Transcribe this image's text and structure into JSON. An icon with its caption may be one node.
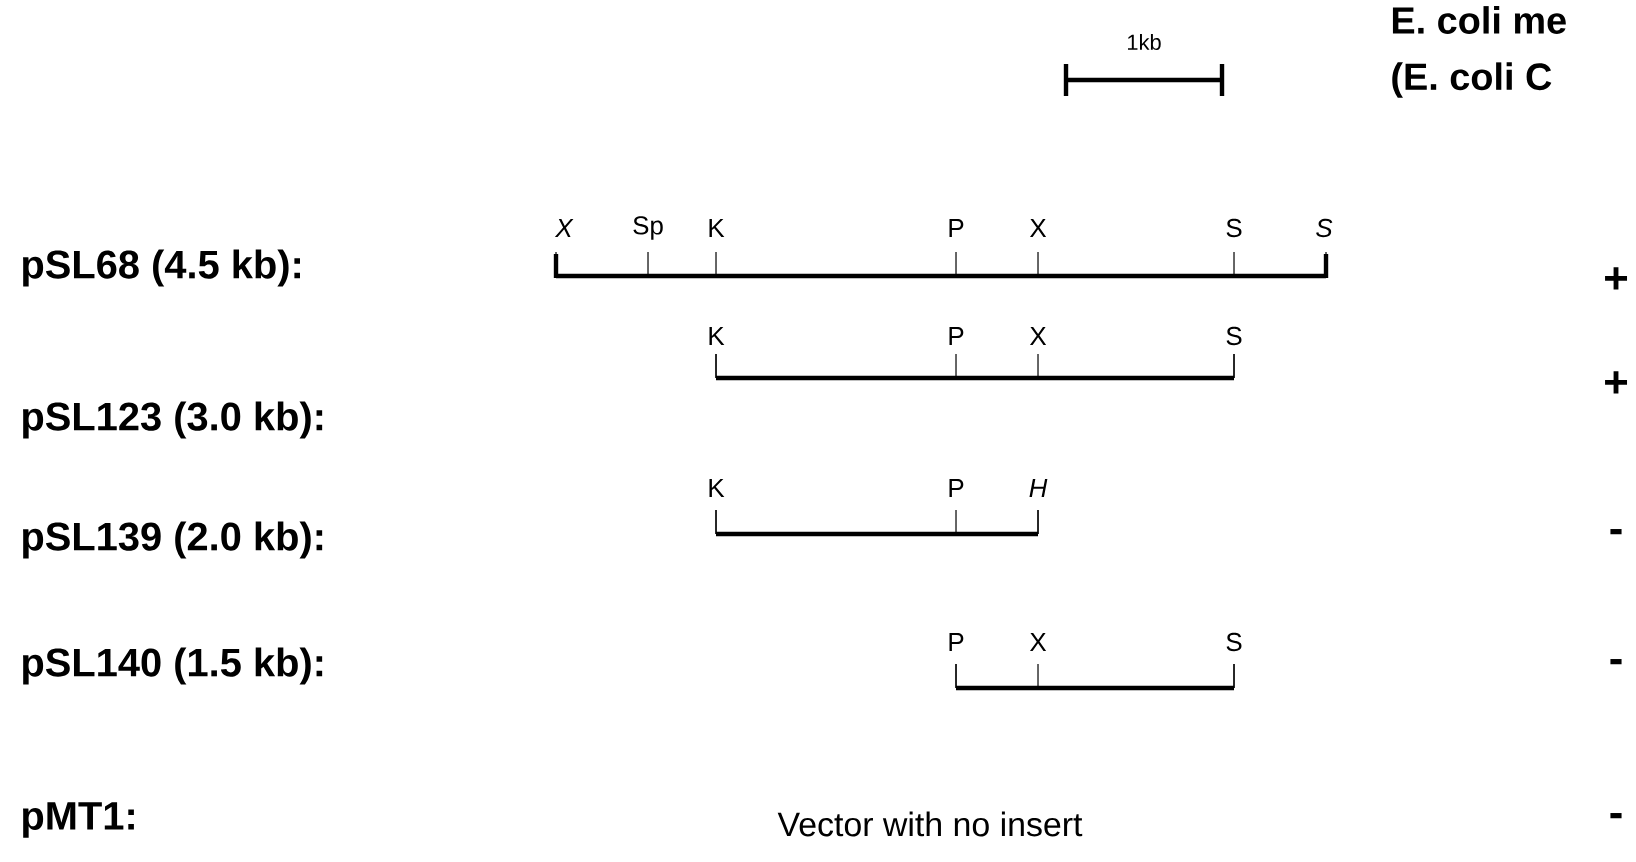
{
  "diagram": {
    "labels": [
      "1kb",
      "E. coli me",
      "(E. coli C",
      "pSL68 (4.5 kb):",
      "X",
      "Sp",
      "K",
      "P",
      "X",
      "S",
      "S",
      "+",
      "pSL123 (3.0 kb):",
      "K",
      "P",
      "X",
      "S",
      "+",
      "pSL139 (2.0 kb):",
      "K",
      "P",
      "H",
      "-",
      "pSL140 (1.5 kb):",
      "P",
      "X",
      "S",
      "-",
      "pMT1:",
      "Vector with no insert",
      "-"
    ]
  }
}
